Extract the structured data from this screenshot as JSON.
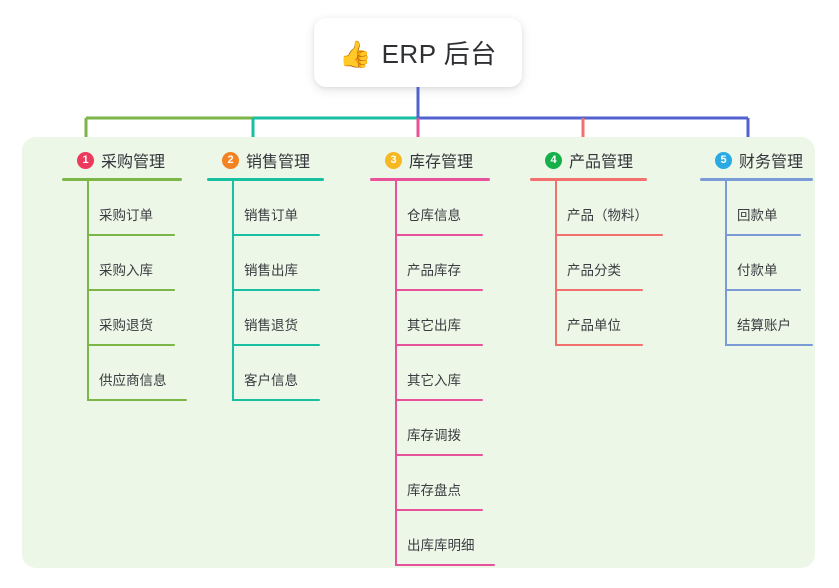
{
  "root": {
    "icon": "thumbs-up-icon",
    "icon_glyph": "👍",
    "title": "ERP 后台"
  },
  "palette": {
    "page_background": "#ffffff",
    "panel_background": "#ecf7e8",
    "text": "#33353a"
  },
  "connector_segments": [
    {
      "name": "purchasing-connector",
      "color": "#7cb648"
    },
    {
      "name": "sales-connector",
      "color": "#18bfa0"
    },
    {
      "name": "inventory-connector",
      "color": "#e8529a"
    },
    {
      "name": "product-connector",
      "color": "#f4706e"
    },
    {
      "name": "finance-connector",
      "color": "#5162cf"
    }
  ],
  "columns": [
    {
      "id": "purchasing",
      "number": "1",
      "title": "采购管理",
      "badge_color": "#ed3a5c",
      "accent": "#7cb648",
      "rule_width": 120,
      "items": [
        {
          "label": "采购订单",
          "rule_width": 88
        },
        {
          "label": "采购入库",
          "rule_width": 88
        },
        {
          "label": "采购退货",
          "rule_width": 88
        },
        {
          "label": "供应商信息",
          "rule_width": 100
        }
      ]
    },
    {
      "id": "sales",
      "number": "2",
      "title": "销售管理",
      "badge_color": "#f58220",
      "accent": "#18bfa0",
      "rule_width": 117,
      "items": [
        {
          "label": "销售订单",
          "rule_width": 88
        },
        {
          "label": "销售出库",
          "rule_width": 88
        },
        {
          "label": "销售退货",
          "rule_width": 88
        },
        {
          "label": "客户信息",
          "rule_width": 88
        }
      ]
    },
    {
      "id": "inventory",
      "number": "3",
      "title": "库存管理",
      "badge_color": "#f5b821",
      "accent": "#e8529a",
      "rule_width": 120,
      "items": [
        {
          "label": "仓库信息",
          "rule_width": 88
        },
        {
          "label": "产品库存",
          "rule_width": 88
        },
        {
          "label": "其它出库",
          "rule_width": 88
        },
        {
          "label": "其它入库",
          "rule_width": 88
        },
        {
          "label": "库存调拨",
          "rule_width": 88
        },
        {
          "label": "库存盘点",
          "rule_width": 88
        },
        {
          "label": "出库库明细",
          "rule_width": 100
        }
      ]
    },
    {
      "id": "product",
      "number": "4",
      "title": "产品管理",
      "badge_color": "#16b04b",
      "accent": "#f4706e",
      "rule_width": 117,
      "items": [
        {
          "label": "产品（物料）",
          "rule_width": 108
        },
        {
          "label": "产品分类",
          "rule_width": 88
        },
        {
          "label": "产品单位",
          "rule_width": 88
        }
      ]
    },
    {
      "id": "finance",
      "number": "5",
      "title": "财务管理",
      "badge_color": "#29aae2",
      "accent": "#7a9ad8",
      "rule_width": 113,
      "items": [
        {
          "label": "回款单",
          "rule_width": 76
        },
        {
          "label": "付款单",
          "rule_width": 76
        },
        {
          "label": "结算账户",
          "rule_width": 88
        }
      ]
    }
  ]
}
